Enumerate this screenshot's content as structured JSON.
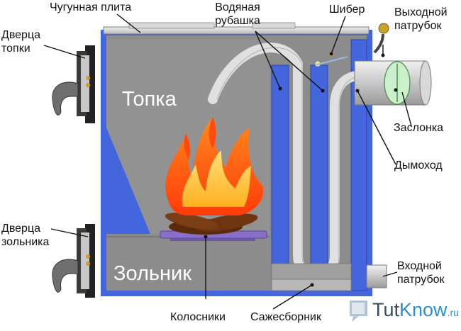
{
  "labels": {
    "cast_iron_plate": "Чугунная плита",
    "water_jacket": [
      "Водяная",
      "рубашка"
    ],
    "damper_gate": "Шибер",
    "outlet_pipe": [
      "Выходной",
      "патрубок"
    ],
    "firebox_door": [
      "Дверца",
      "топки"
    ],
    "ash_door": [
      "Дверца",
      "зольника"
    ],
    "valve": "Заслонка",
    "chimney": "Дымоход",
    "inlet_pipe": [
      "Входной",
      "патрубок"
    ],
    "grates": "Колосники",
    "soot_collector": "Сажесборник",
    "firebox": "Топка",
    "ash_pit": "Зольник"
  },
  "watermark": {
    "part1": "Tut",
    "part2": "Know",
    "part3": ".ru"
  },
  "colors": {
    "body_gray": "#8c8c8c",
    "water_blue": "#4466dd",
    "flue_white": "#e0e0e0",
    "grate_purple": "#8a6fc8",
    "valve_green": "#ccf0cc",
    "pipe_gray": "#d0d0d0",
    "label_text": "#111111",
    "inner_text": "#ffffff",
    "brand_blue": "#2b8fd6"
  }
}
